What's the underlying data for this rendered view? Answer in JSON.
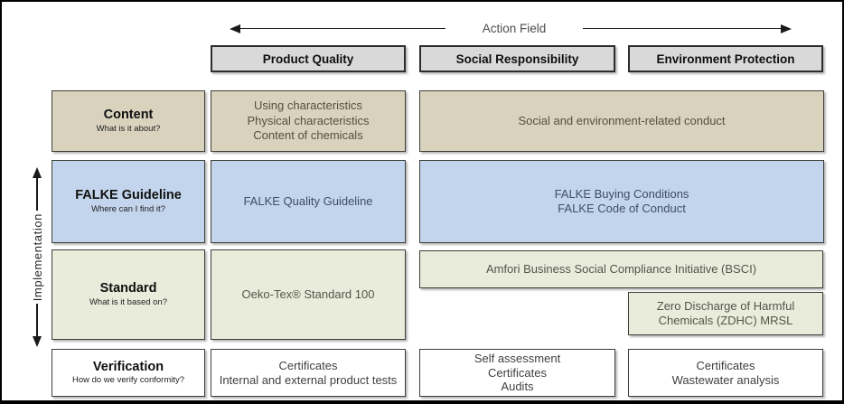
{
  "action_field": {
    "label": "Action Field"
  },
  "columns": [
    {
      "label": "Product Quality"
    },
    {
      "label": "Social Responsibility"
    },
    {
      "label": "Environment Protection"
    }
  ],
  "rows": [
    {
      "title": "Content",
      "subtitle": "What is it about?"
    },
    {
      "title": "FALKE Guideline",
      "subtitle": "Where can I find it?"
    },
    {
      "title": "Standard",
      "subtitle": "What is it based on?"
    },
    {
      "title": "Verification",
      "subtitle": "How do we verify conformity?"
    }
  ],
  "implementation_label": "Implementation",
  "cells": {
    "content_product_quality": [
      "Using characteristics",
      "Physical characteristics",
      "Content of chemicals"
    ],
    "content_social_environment": [
      "Social and environment-related conduct"
    ],
    "guideline_product_quality": [
      "FALKE Quality Guideline"
    ],
    "guideline_social_environment": [
      "FALKE Buying Conditions",
      "FALKE Code of Conduct"
    ],
    "standard_product_quality": [
      "Oeko-Tex® Standard 100"
    ],
    "standard_social_environment": [
      "Amfori Business Social Compliance Initiative (BSCI)"
    ],
    "standard_environment": [
      "Zero Discharge of Harmful",
      "Chemicals (ZDHC) MRSL"
    ],
    "verification_product_quality": [
      "Certificates",
      "Internal and external product tests"
    ],
    "verification_social": [
      "Self assessment",
      "Certificates",
      "Audits"
    ],
    "verification_environment": [
      "Certificates",
      "Wastewater analysis"
    ]
  },
  "colors": {
    "row_content": "#d9d3be",
    "row_guideline": "#c3d5ec",
    "row_standard": "#e9ecdb",
    "row_verification": "#ffffff",
    "column_header": "#d9d9d9",
    "border": "#3e3e38",
    "outer_frame": "#000000"
  }
}
